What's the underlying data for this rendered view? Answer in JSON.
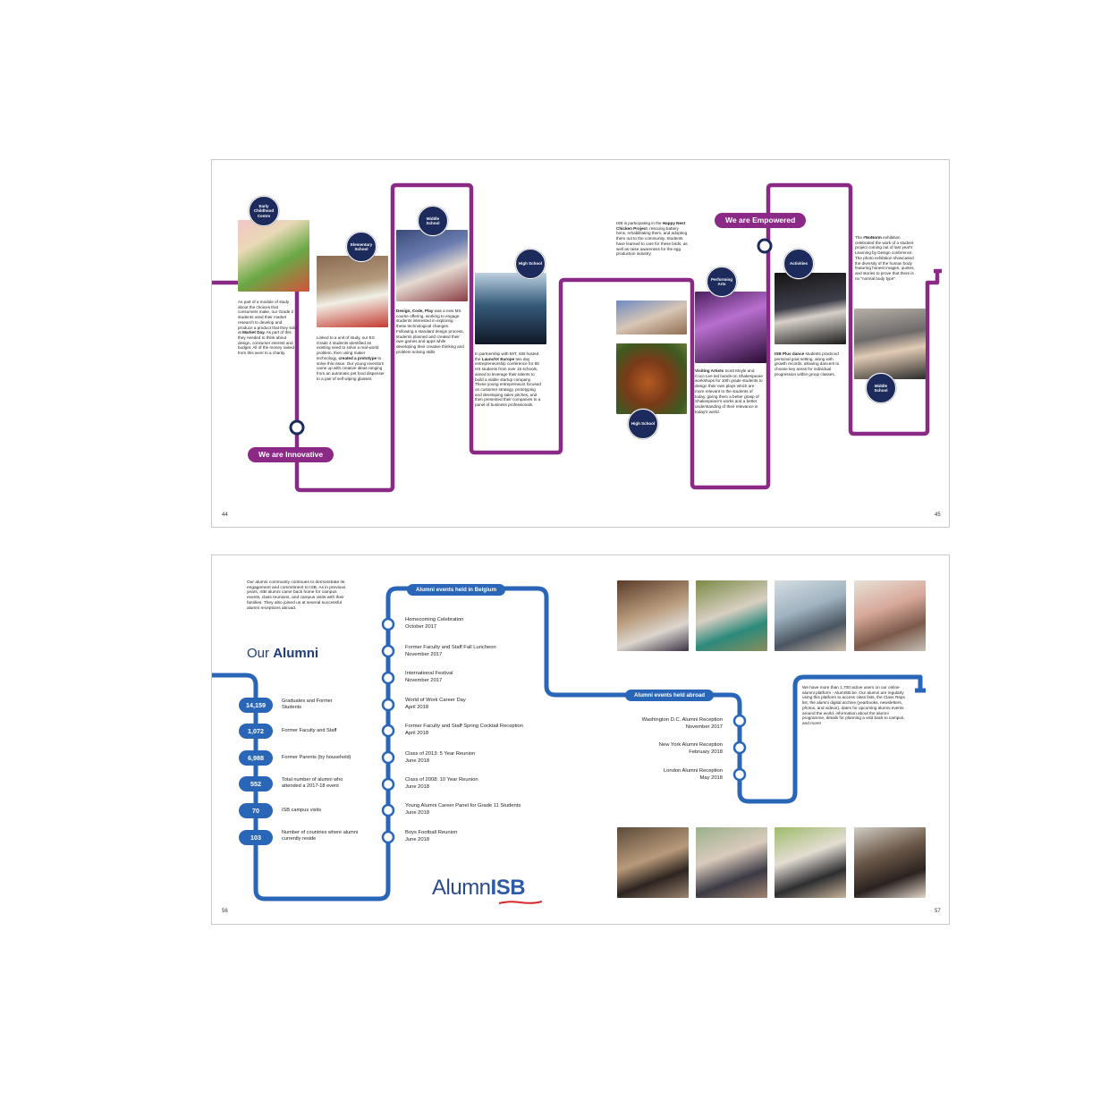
{
  "colors": {
    "purple": "#8b2a86",
    "navy": "#1d2b5c",
    "blue": "#2966b8"
  },
  "spread_top": {
    "page_left": "44",
    "page_right": "45",
    "pill_innovative": "We are Innovative",
    "pill_empowered": "We are Empowered",
    "bubbles": {
      "early": "Early Childhood Centre",
      "elementary": "Elementary School",
      "middle1": "Middle School",
      "high1": "High School",
      "high2": "High School",
      "performing": "Performing Arts",
      "activities": "Activities",
      "middle2": "Middle School"
    },
    "texts": {
      "early_a": "As part of a module of study about the choices that consumers make, our Grade 2 students used their market research to develop and produce a product that they sold at ",
      "early_b": "Market Day.",
      "early_c": " As part of this they needed to think about design, consumer interest and budget. All of the money raised from this went to a charity.",
      "elem_a": "Linked to a unit of study, our ES Grade 4 students identified an existing need to solve a real-world problem, then using maker technology, ",
      "elem_b": "created a prototype",
      "elem_c": " to solve this issue. Our young inventors came up with creative ideas ranging from an automatic pet food dispenser to a pair of self wiping glasses.",
      "ms_b": "Design, Code, Play",
      "ms_c": " was a new MS course offering, working to engage students interested in exploring these technological changes. Following a standard design process, students planned and created their own games and apps while developing their creative thinking and problem solving skills",
      "hs_a": "In partnership with MIT, ISB hosted the ",
      "hs_b": "LaunchX Europe",
      "hs_c": " two day entrepreneurship conference for 85 HS students from over 15 schools, aimed to leverage their talents to build a viable startup company. These young entrepreneurs focused on customer strategy, prototyping and developing sales pitches, and then presented their companies to a panel of business professionals.",
      "chicken_a": "ISB is participating in the ",
      "chicken_b": "Happy Nest Chicken Project",
      "chicken_c": ", rescuing battery hens, rehabilitating them, and adopting them out to the community. Students have learned to care for these birds, as well as raise awareness for the egg production industry.",
      "pa_b": "Visiting Artists",
      "pa_c": " Scott Moyle and Coco Lee led hands-on Shakespeare workshops for 10th grade students to design their own plays which are more relevant to the students of today, giving them a better grasp of Shakespeare's works and a better understanding of their relevance in today's world.",
      "act_b": "ISB Plus dance",
      "act_c": " students practiced personal goal setting, along with growth records, allowing dancers to choose key areas for individual progression within group classes.",
      "nonorm_a": "The ",
      "nonorm_b": "#NoNorm",
      "nonorm_c": " exhibition celebrated the work of a student project coming out of last year's Learning by Design conference. The photo exhibition showcased the diversity of the human body featuring honest images, quotes, and stories to prove that there is no \"normal body type\"."
    }
  },
  "spread_bottom": {
    "page_left": "56",
    "page_right": "57",
    "intro": "Our alumni community continues to demonstrate its engagement and commitment to ISB. As in previous years, ISB alumni came back home for campus events, class reunions, and campus visits with their families. They also joined us at several successful alumni receptions abroad.",
    "title_a": "Our ",
    "title_b": "Alumni",
    "stats": [
      {
        "value": "14,159",
        "label": "Graduates and Former Students"
      },
      {
        "value": "1,072",
        "label": "Former Faculty and Staff"
      },
      {
        "value": "6,988",
        "label": "Former Parents (by household)"
      },
      {
        "value": "552",
        "label": "Total number of alumni who attended a 2017-18 event"
      },
      {
        "value": "70",
        "label": "ISB campus visits"
      },
      {
        "value": "103",
        "label": "Number of countries where alumni currently reside"
      }
    ],
    "belgium_title": "Alumni events held in Belgium",
    "belgium_events": [
      {
        "name": "Homecoming Celebration",
        "date": "October 2017"
      },
      {
        "name": "Former Faculty and Staff Fall Luncheon",
        "date": "November 2017"
      },
      {
        "name": "International Festival",
        "date": "November 2017"
      },
      {
        "name": "World of Work Career Day",
        "date": "April 2018"
      },
      {
        "name": "Former Faculty and Staff Spring Cocktail Reception",
        "date": "April 2018"
      },
      {
        "name": "Class of 2013: 5 Year Reunion",
        "date": "June 2018"
      },
      {
        "name": "Class of 2008: 10 Year Reunion",
        "date": "June 2018"
      },
      {
        "name": "Young Alumni Career Panel for Grade 11 Students",
        "date": "June 2018"
      },
      {
        "name": "Boys Football Reunion",
        "date": "June 2018"
      }
    ],
    "abroad_title": "Alumni events held abroad",
    "abroad_events": [
      {
        "name": "Washington D.C. Alumni Reception",
        "date": "November 2017"
      },
      {
        "name": "New York Alumni Reception",
        "date": "February 2018"
      },
      {
        "name": "London Alumni Reception",
        "date": "May 2018"
      }
    ],
    "platform_text": "We have more than 1,700 active users on our online alumni platform - AlumISB.be. Our alumni are regularly using this platform to access class lists, the Class Reps list, the alumni digital archive (yearbooks, newsletters, photos, and videos), dates for upcoming alumni events around the world, information about the alumni programme, details for planning a visit back to campus, and more!",
    "logo_a": "Alumn",
    "logo_b": "ISB"
  }
}
